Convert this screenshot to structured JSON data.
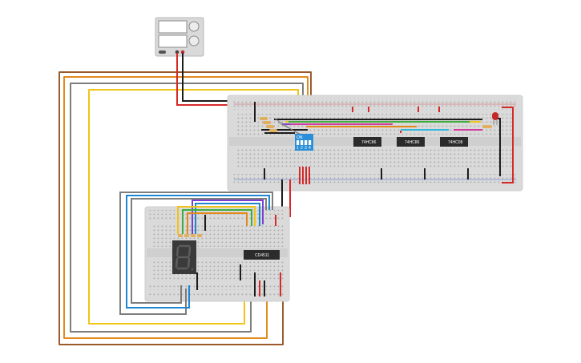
{
  "workspace": {
    "background": "#ffffff",
    "wire_colors": {
      "brown": "#9a5b2c",
      "orange": "#e28a1c",
      "gray": "#7d7d7d",
      "yellow": "#f0c419",
      "blue": "#1e87d0",
      "red": "#d52a2a",
      "black": "#1c1c1c",
      "green": "#3fae3f",
      "purple": "#7a3fd0",
      "pink": "#d23b9e",
      "cyan": "#31b7d9"
    }
  },
  "power_supply": {
    "icon": "power-supply-icon"
  },
  "main_breadboard": {
    "chips": [
      {
        "label": "74HC86"
      },
      {
        "label": "74HC86"
      },
      {
        "label": "74HC08"
      }
    ],
    "dip_switch": {
      "label_on": "ON",
      "numbers": [
        "1",
        "2",
        "3",
        "4"
      ]
    },
    "led": {
      "color": "#c62828"
    }
  },
  "secondary_breadboard": {
    "chip": {
      "label": "CD4511"
    },
    "seven_segment": {
      "digit": "8"
    }
  }
}
